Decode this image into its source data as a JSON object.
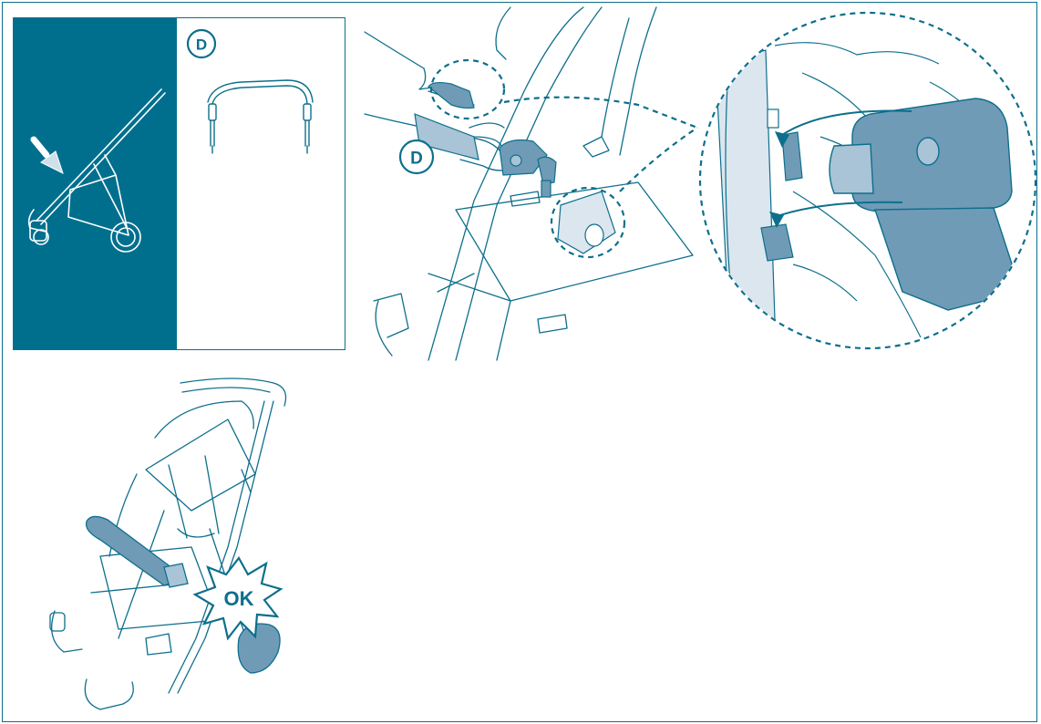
{
  "labels": {
    "part_letter_inset": "D",
    "part_letter_scene": "D",
    "ok_badge": "OK"
  },
  "colors": {
    "accent": "#006f8e",
    "line": "#0d6f8c",
    "part_fill": "#6f9bb6",
    "part_fill_light": "#a9c4d6",
    "tint": "#dbe6ee"
  },
  "icons": [
    "arrow-down-icon",
    "burst-icon",
    "curved-arrow-icon",
    "magnifier-circle-icon"
  ]
}
